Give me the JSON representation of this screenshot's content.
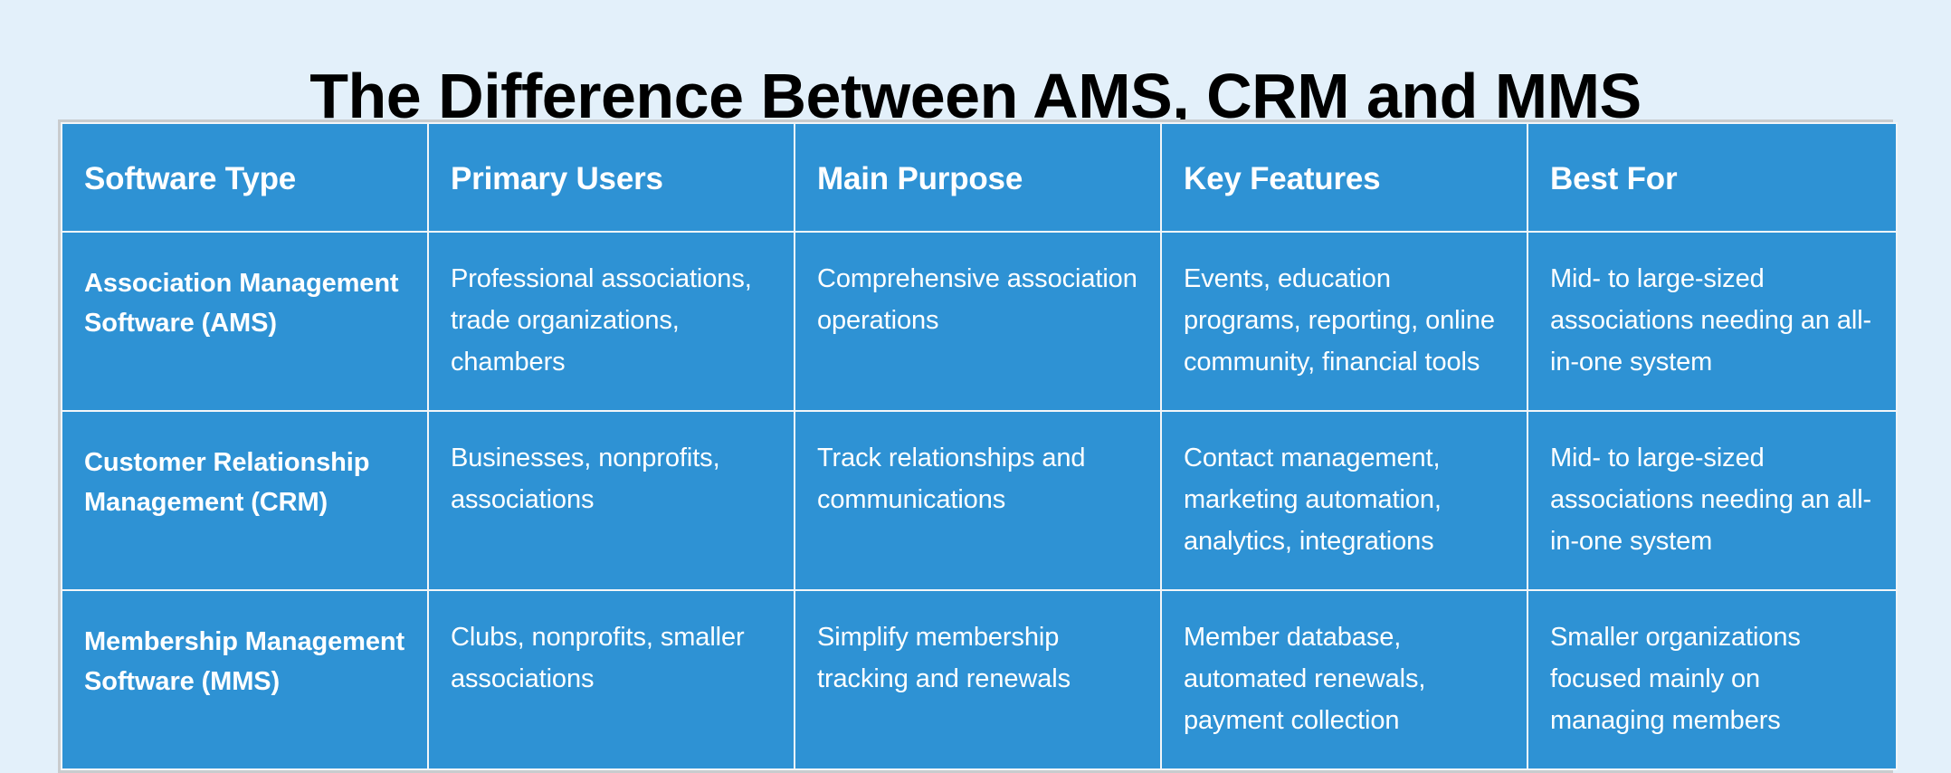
{
  "page": {
    "title": "The Difference Between AMS, CRM and MMS",
    "background_color": "#e3f0fa",
    "accent_color": "#2e92d4",
    "grid_line_color": "#f2f6f9",
    "text_color": "#ffffff"
  },
  "table": {
    "columns": [
      {
        "label": "Software Type"
      },
      {
        "label": "Primary Users"
      },
      {
        "label": "Main Purpose"
      },
      {
        "label": "Key Features"
      },
      {
        "label": "Best For"
      }
    ],
    "rows": [
      {
        "software_type": "Association Management Software (AMS)",
        "primary_users": "Professional associations, trade organizations, chambers",
        "main_purpose": "Comprehensive association operations",
        "key_features": "Events, education programs, reporting, online community, financial tools",
        "best_for": "Mid- to large-sized associations needing an all-in-one system"
      },
      {
        "software_type": "Customer Relationship Management (CRM)",
        "primary_users": "Businesses, nonprofits, associations",
        "main_purpose": "Track relationships and communications",
        "key_features": "Contact management, marketing automation, analytics, integrations",
        "best_for": "Mid- to large-sized associations needing an all-in-one system"
      },
      {
        "software_type": "Membership Management Software (MMS)",
        "primary_users": "Clubs, nonprofits, smaller associations",
        "main_purpose": "Simplify membership tracking and renewals",
        "key_features": "Member database, automated renewals, payment collection",
        "best_for": "Smaller organizations focused mainly on managing members"
      }
    ]
  }
}
